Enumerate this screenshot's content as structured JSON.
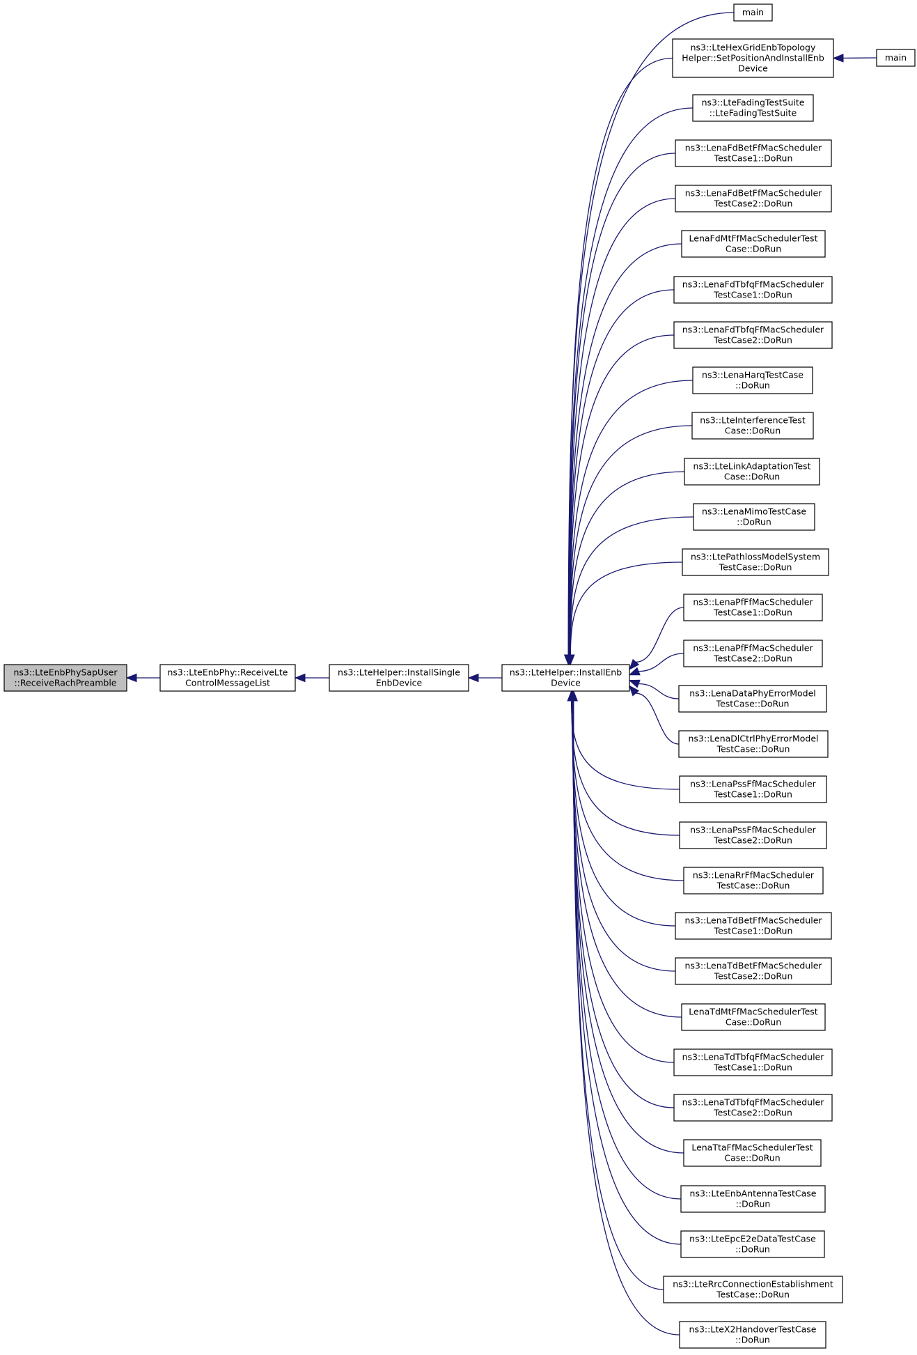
{
  "colors": {
    "edge": "#191970",
    "root_fill": "#bfbfbf",
    "node_fill": "#ffffff",
    "node_border": "#000000"
  },
  "nodes": [
    {
      "id": "n0",
      "lines": [
        "ns3::LteEnbPhySapUser",
        "::ReceiveRachPreamble"
      ]
    },
    {
      "id": "n1",
      "lines": [
        "ns3::LteEnbPhy::ReceiveLte",
        "ControlMessageList"
      ]
    },
    {
      "id": "n2",
      "lines": [
        "ns3::LteHelper::InstallSingle",
        "EnbDevice"
      ]
    },
    {
      "id": "n3",
      "lines": [
        "ns3::LteHelper::InstallEnb",
        "Device"
      ]
    },
    {
      "id": "c0",
      "lines": [
        "main"
      ]
    },
    {
      "id": "c1",
      "lines": [
        "ns3::LteHexGridEnbTopology",
        "Helper::SetPositionAndInstallEnb",
        "Device"
      ]
    },
    {
      "id": "c1m",
      "lines": [
        "main"
      ]
    },
    {
      "id": "c2",
      "lines": [
        "ns3::LteFadingTestSuite",
        "::LteFadingTestSuite"
      ]
    },
    {
      "id": "c3",
      "lines": [
        "ns3::LenaFdBetFfMacScheduler",
        "TestCase1::DoRun"
      ]
    },
    {
      "id": "c4",
      "lines": [
        "ns3::LenaFdBetFfMacScheduler",
        "TestCase2::DoRun"
      ]
    },
    {
      "id": "c5",
      "lines": [
        "LenaFdMtFfMacSchedulerTest",
        "Case::DoRun"
      ]
    },
    {
      "id": "c6",
      "lines": [
        "ns3::LenaFdTbfqFfMacScheduler",
        "TestCase1::DoRun"
      ]
    },
    {
      "id": "c7",
      "lines": [
        "ns3::LenaFdTbfqFfMacScheduler",
        "TestCase2::DoRun"
      ]
    },
    {
      "id": "c8",
      "lines": [
        "ns3::LenaHarqTestCase",
        "::DoRun"
      ]
    },
    {
      "id": "c9",
      "lines": [
        "ns3::LteInterferenceTest",
        "Case::DoRun"
      ]
    },
    {
      "id": "c10",
      "lines": [
        "ns3::LteLinkAdaptationTest",
        "Case::DoRun"
      ]
    },
    {
      "id": "c11",
      "lines": [
        "ns3::LenaMimoTestCase",
        "::DoRun"
      ]
    },
    {
      "id": "c12",
      "lines": [
        "ns3::LtePathlossModelSystem",
        "TestCase::DoRun"
      ]
    },
    {
      "id": "c13",
      "lines": [
        "ns3::LenaPfFfMacScheduler",
        "TestCase1::DoRun"
      ]
    },
    {
      "id": "c14",
      "lines": [
        "ns3::LenaPfFfMacScheduler",
        "TestCase2::DoRun"
      ]
    },
    {
      "id": "c15",
      "lines": [
        "ns3::LenaDataPhyErrorModel",
        "TestCase::DoRun"
      ]
    },
    {
      "id": "c16",
      "lines": [
        "ns3::LenaDlCtrlPhyErrorModel",
        "TestCase::DoRun"
      ]
    },
    {
      "id": "c17",
      "lines": [
        "ns3::LenaPssFfMacScheduler",
        "TestCase1::DoRun"
      ]
    },
    {
      "id": "c18",
      "lines": [
        "ns3::LenaPssFfMacScheduler",
        "TestCase2::DoRun"
      ]
    },
    {
      "id": "c19",
      "lines": [
        "ns3::LenaRrFfMacScheduler",
        "TestCase::DoRun"
      ]
    },
    {
      "id": "c20",
      "lines": [
        "ns3::LenaTdBetFfMacScheduler",
        "TestCase1::DoRun"
      ]
    },
    {
      "id": "c21",
      "lines": [
        "ns3::LenaTdBetFfMacScheduler",
        "TestCase2::DoRun"
      ]
    },
    {
      "id": "c22",
      "lines": [
        "LenaTdMtFfMacSchedulerTest",
        "Case::DoRun"
      ]
    },
    {
      "id": "c23",
      "lines": [
        "ns3::LenaTdTbfqFfMacScheduler",
        "TestCase1::DoRun"
      ]
    },
    {
      "id": "c24",
      "lines": [
        "ns3::LenaTdTbfqFfMacScheduler",
        "TestCase2::DoRun"
      ]
    },
    {
      "id": "c25",
      "lines": [
        "LenaTtaFfMacSchedulerTest",
        "Case::DoRun"
      ]
    },
    {
      "id": "c26",
      "lines": [
        "ns3::LteEnbAntennaTestCase",
        "::DoRun"
      ]
    },
    {
      "id": "c27",
      "lines": [
        "ns3::LteEpcE2eDataTestCase",
        "::DoRun"
      ]
    },
    {
      "id": "c28",
      "lines": [
        "ns3::LteRrcConnectionEstablishment",
        "TestCase::DoRun"
      ]
    },
    {
      "id": "c29",
      "lines": [
        "ns3::LteX2HandoverTestCase",
        "::DoRun"
      ]
    }
  ],
  "edges": [
    {
      "from": "n1",
      "to": "n0"
    },
    {
      "from": "n2",
      "to": "n1"
    },
    {
      "from": "n3",
      "to": "n2"
    },
    {
      "from": "c0",
      "to": "n3"
    },
    {
      "from": "c1",
      "to": "n3"
    },
    {
      "from": "c1m",
      "to": "c1"
    },
    {
      "from": "c2",
      "to": "n3"
    },
    {
      "from": "c3",
      "to": "n3"
    },
    {
      "from": "c4",
      "to": "n3"
    },
    {
      "from": "c5",
      "to": "n3"
    },
    {
      "from": "c6",
      "to": "n3"
    },
    {
      "from": "c7",
      "to": "n3"
    },
    {
      "from": "c8",
      "to": "n3"
    },
    {
      "from": "c9",
      "to": "n3"
    },
    {
      "from": "c10",
      "to": "n3"
    },
    {
      "from": "c11",
      "to": "n3"
    },
    {
      "from": "c12",
      "to": "n3"
    },
    {
      "from": "c13",
      "to": "n3"
    },
    {
      "from": "c14",
      "to": "n3"
    },
    {
      "from": "c15",
      "to": "n3"
    },
    {
      "from": "c16",
      "to": "n3"
    },
    {
      "from": "c17",
      "to": "n3"
    },
    {
      "from": "c18",
      "to": "n3"
    },
    {
      "from": "c19",
      "to": "n3"
    },
    {
      "from": "c20",
      "to": "n3"
    },
    {
      "from": "c21",
      "to": "n3"
    },
    {
      "from": "c22",
      "to": "n3"
    },
    {
      "from": "c23",
      "to": "n3"
    },
    {
      "from": "c24",
      "to": "n3"
    },
    {
      "from": "c25",
      "to": "n3"
    },
    {
      "from": "c26",
      "to": "n3"
    },
    {
      "from": "c27",
      "to": "n3"
    },
    {
      "from": "c28",
      "to": "n3"
    },
    {
      "from": "c29",
      "to": "n3"
    }
  ]
}
